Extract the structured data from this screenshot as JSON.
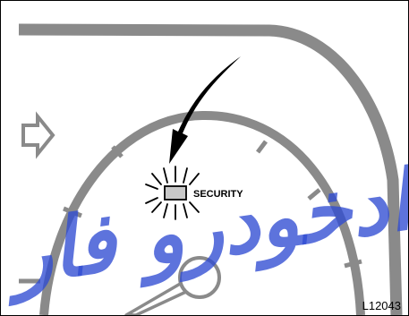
{
  "indicator": {
    "label": "SECURITY",
    "state": "flashing"
  },
  "figure": {
    "code": "L12043"
  },
  "watermark": {
    "text": "ادخودرو فار"
  },
  "icons": {
    "pointer_arrow": "arrow-outline-right-icon",
    "indicator_lamp": "security-indicator-light-icon",
    "callout_arrow": "callout-arrow-icon",
    "gauge_needle": "gauge-needle-icon"
  },
  "colors": {
    "line_gray": "#8a8a8a",
    "ink": "#000000",
    "lamp_fill": "#c8c8c8",
    "watermark_blue": "#2f4bd2"
  }
}
